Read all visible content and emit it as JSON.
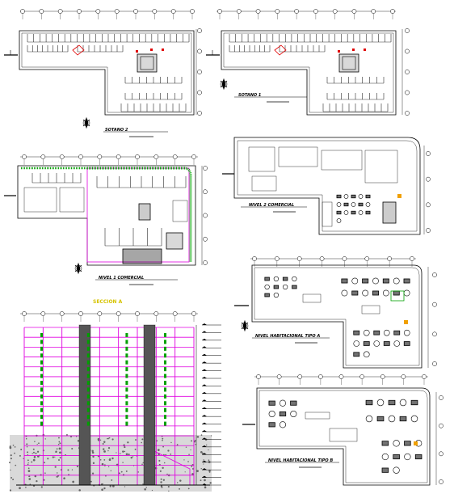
{
  "sheet": {
    "title": "Architectural floor plans and section sheet",
    "labels": {
      "sotano2": "SOTANO 2",
      "sotano1": "SOTANO 1",
      "nivel1": "NIVEL 1 COMERCIAL",
      "nivel2": "NIVEL 2 COMERCIAL",
      "tipoA": "NIVEL HABITACIONAL TIPO A",
      "tipoB": "NIVEL HABITACIONAL TIPO B",
      "seccion": "SECCION A"
    }
  },
  "colors": {
    "line": "#000000",
    "accent": "#e000e0",
    "green": "#00a000",
    "yellow": "#d6c300",
    "red": "#e00000",
    "orange": "#f0a000"
  }
}
